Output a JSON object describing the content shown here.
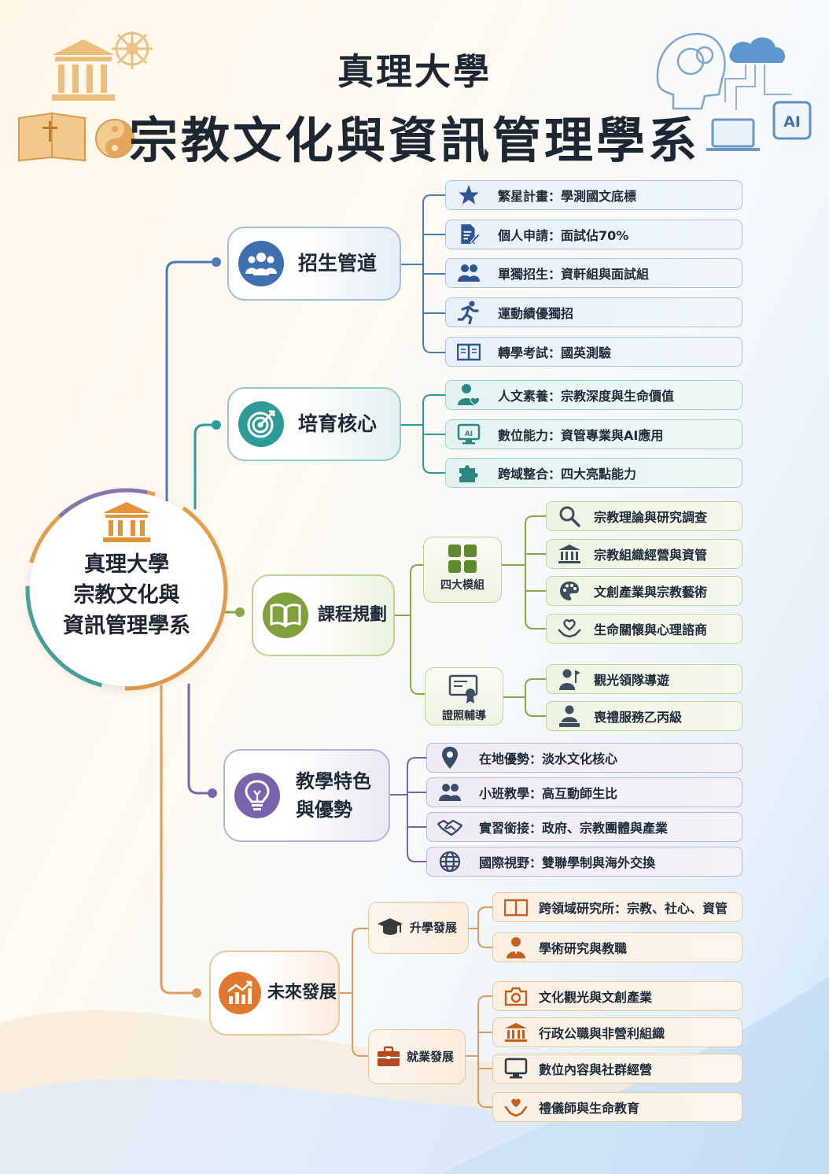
{
  "header": {
    "title_line1": "真理大學",
    "title_line2": "宗教文化與資訊管理學系",
    "ai_badge": "AI"
  },
  "center": {
    "lines": [
      "真理大學",
      "宗教文化與",
      "資訊管理學系"
    ]
  },
  "colors": {
    "blue": "#3f6fb0",
    "teal": "#2f9b98",
    "green": "#7fa03a",
    "purple": "#7b62ad",
    "orange": "#e0782f"
  },
  "branches": {
    "admission": {
      "label": "招生管道",
      "icon": "group-icon",
      "items": [
        {
          "icon": "star-icon",
          "text": "繁星計畫：學測國文底標"
        },
        {
          "icon": "document-edit-icon",
          "text": "個人申請：面試佔70%"
        },
        {
          "icon": "users-icon",
          "text": "單獨招生：資軒組與面試組"
        },
        {
          "icon": "runner-icon",
          "text": "運動績優獨招"
        },
        {
          "icon": "book-icon",
          "text": "轉學考試：國英測驗"
        }
      ]
    },
    "core": {
      "label": "培育核心",
      "icon": "target-icon",
      "items": [
        {
          "icon": "person-heart-icon",
          "text": "人文素養：宗教深度與生命價值"
        },
        {
          "icon": "ai-monitor-icon",
          "text": "數位能力：資管專業與AI應用"
        },
        {
          "icon": "puzzle-icon",
          "text": "跨域整合：四大亮點能力"
        }
      ]
    },
    "curriculum": {
      "label": "課程規劃",
      "icon": "open-book-icon",
      "modules": {
        "label": "四大模組",
        "items": [
          {
            "icon": "search-icon",
            "text": "宗教理論與研究調查"
          },
          {
            "icon": "institution-icon",
            "text": "宗教組織經營與資管"
          },
          {
            "icon": "palette-icon",
            "text": "文創產業與宗教藝術"
          },
          {
            "icon": "care-hands-icon",
            "text": "生命關懷與心理諮商"
          }
        ]
      },
      "certificates": {
        "label": "證照輔導",
        "items": [
          {
            "icon": "tour-guide-icon",
            "text": "觀光領隊導遊"
          },
          {
            "icon": "funeral-service-icon",
            "text": "喪禮服務乙丙級"
          }
        ]
      }
    },
    "features": {
      "label_line1": "教學特色",
      "label_line2": "與優勢",
      "icon": "lightbulb-icon",
      "items": [
        {
          "icon": "location-pin-icon",
          "text": "在地優勢：淡水文化核心"
        },
        {
          "icon": "users-icon",
          "text": "小班教學：高互動師生比"
        },
        {
          "icon": "handshake-icon",
          "text": "實習銜接：政府、宗教團體與產業"
        },
        {
          "icon": "globe-icon",
          "text": "國際視野：雙聯學制與海外交換"
        }
      ]
    },
    "future": {
      "label": "未來發展",
      "icon": "growth-chart-icon",
      "study": {
        "label": "升學發展",
        "items": [
          {
            "icon": "open-book-icon",
            "text": "跨領域研究所：宗教、社心、資管"
          },
          {
            "icon": "scholar-icon",
            "text": "學術研究與教職"
          }
        ]
      },
      "career": {
        "label": "就業發展",
        "items": [
          {
            "icon": "camera-icon",
            "text": "文化觀光與文創產業"
          },
          {
            "icon": "institution-icon",
            "text": "行政公職與非營利組織"
          },
          {
            "icon": "monitor-icon",
            "text": "數位內容與社群經營"
          },
          {
            "icon": "care-hands-icon",
            "text": "禮儀師與生命教育"
          }
        ]
      }
    }
  }
}
